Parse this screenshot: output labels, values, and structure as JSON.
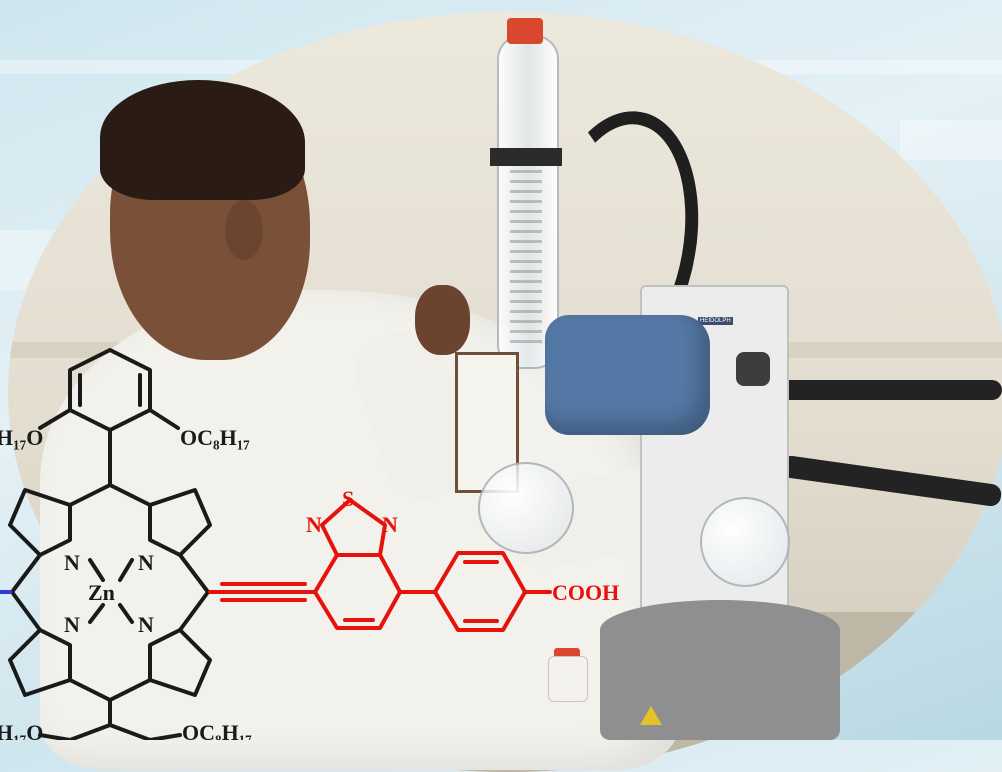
{
  "photo": {
    "brand_badge": "HEIDOLPH"
  },
  "structure": {
    "zn": "Zn",
    "n": "N",
    "s": "S",
    "cooh": "COOH",
    "oc8h17": "OC₈H₁₇",
    "h17o": "H₁₇O",
    "black_color": "#1a1a1a",
    "red_color": "#e8120c",
    "blue_color": "#2b3fd6"
  }
}
